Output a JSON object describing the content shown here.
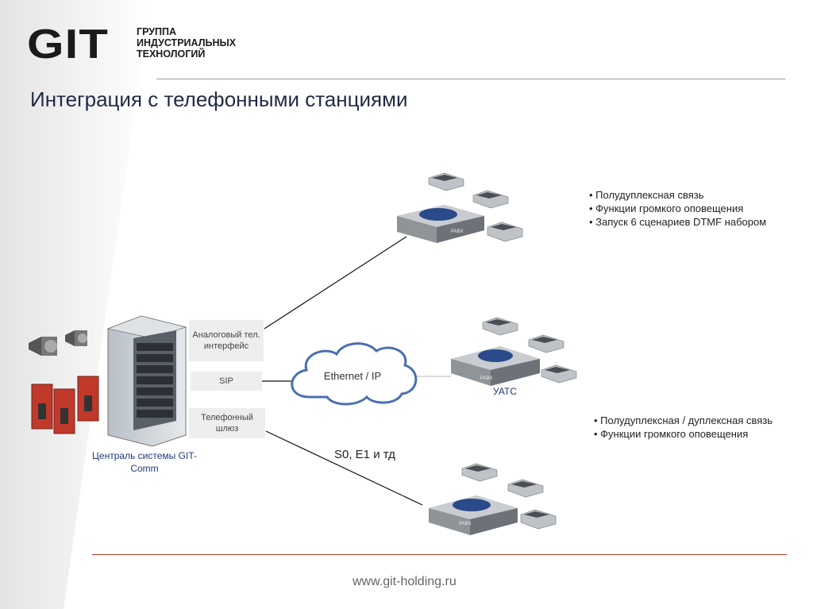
{
  "logo": {
    "brand": "GIT",
    "subtitle": "ГРУППА\nИНДУСТРИАЛЬНЫХ\nТЕХНОЛОГИЙ"
  },
  "title": "Интеграция с телефонными станциями",
  "interfaces": {
    "analog": "Аналоговый тел. интерфейс",
    "sip": "SIP",
    "gateway": "Телефонный шлюз"
  },
  "cloud_label": "Ethernet / IP",
  "central_label": "Централь системы GIT-Comm",
  "uatc_label": "УАТС",
  "s0_label": "S0, E1 и тд",
  "pbx_label": "PABX",
  "bullets_top": [
    "• Полудуплексная связь",
    "• Функции громкого оповещения",
    "• Запуск 6 сценариев DTMF набором"
  ],
  "bullets_mid": [
    "• Полудуплексная / дуплексная связь",
    "• Функции громкого оповещения"
  ],
  "footer": "www.git-holding.ru",
  "colors": {
    "accent_blue": "#1f3a7a",
    "rule_red": "#c0392b",
    "device_red": "#c0392b"
  }
}
